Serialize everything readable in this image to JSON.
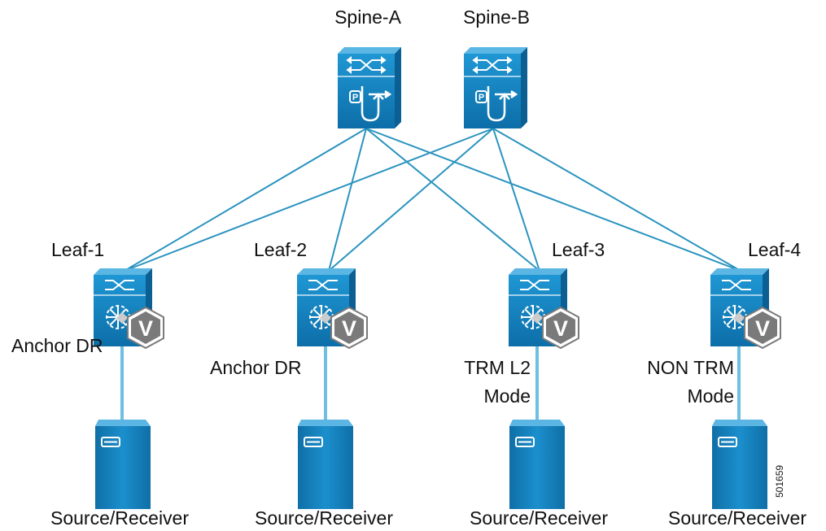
{
  "spines": [
    {
      "name": "Spine-A"
    },
    {
      "name": "Spine-B"
    }
  ],
  "leaves": [
    {
      "name": "Leaf-1",
      "mode_label": "Anchor DR",
      "host_label": "Source/Receiver"
    },
    {
      "name": "Leaf-2",
      "mode_label": "Anchor DR",
      "host_label": "Source/Receiver"
    },
    {
      "name": "Leaf-3",
      "mode_label": "TRM L2 Mode",
      "mode_line1": "TRM L2",
      "mode_line2": "Mode",
      "host_label": "Source/Receiver"
    },
    {
      "name": "Leaf-4",
      "mode_label": "NON TRM Mode",
      "mode_line1": "NON TRM",
      "mode_line2": "Mode",
      "host_label": "Source/Receiver"
    }
  ],
  "figure_id": "501659",
  "colors": {
    "device_blue": "#1a86c4",
    "device_dark": "#0b5f93",
    "link": "#2a93bf",
    "vtep_badge": "#7a7a7a"
  },
  "icons": {
    "spine": "spine-router-switch-icon",
    "leaf": "leaf-switch-icon",
    "vtep": "vtep-v-badge-icon",
    "server": "server-icon"
  }
}
